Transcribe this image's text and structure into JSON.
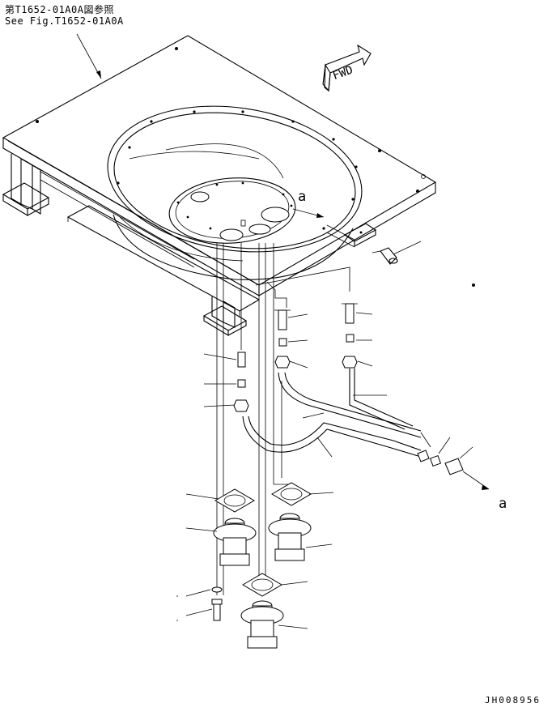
{
  "figure_ref": {
    "jp": "第T1652-01A0A図参照",
    "en": "See Fig.T1652-01A0A"
  },
  "direction_label": "FWD",
  "connector_labels": {
    "upper": "a",
    "lower": "a"
  },
  "drawing_code": "JH008956"
}
